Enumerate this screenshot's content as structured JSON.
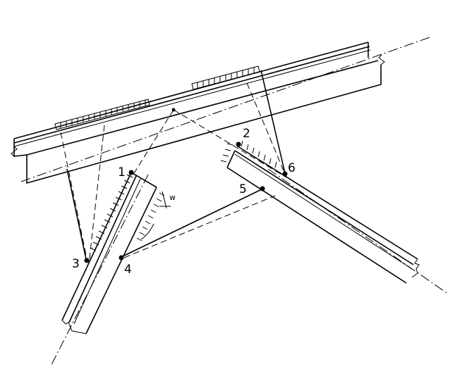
{
  "diagram": {
    "type": "truss-gusset-weld-detail",
    "node_labels": [
      "1",
      "2",
      "3",
      "4",
      "5",
      "6"
    ],
    "weld_symbol_label": "w"
  }
}
